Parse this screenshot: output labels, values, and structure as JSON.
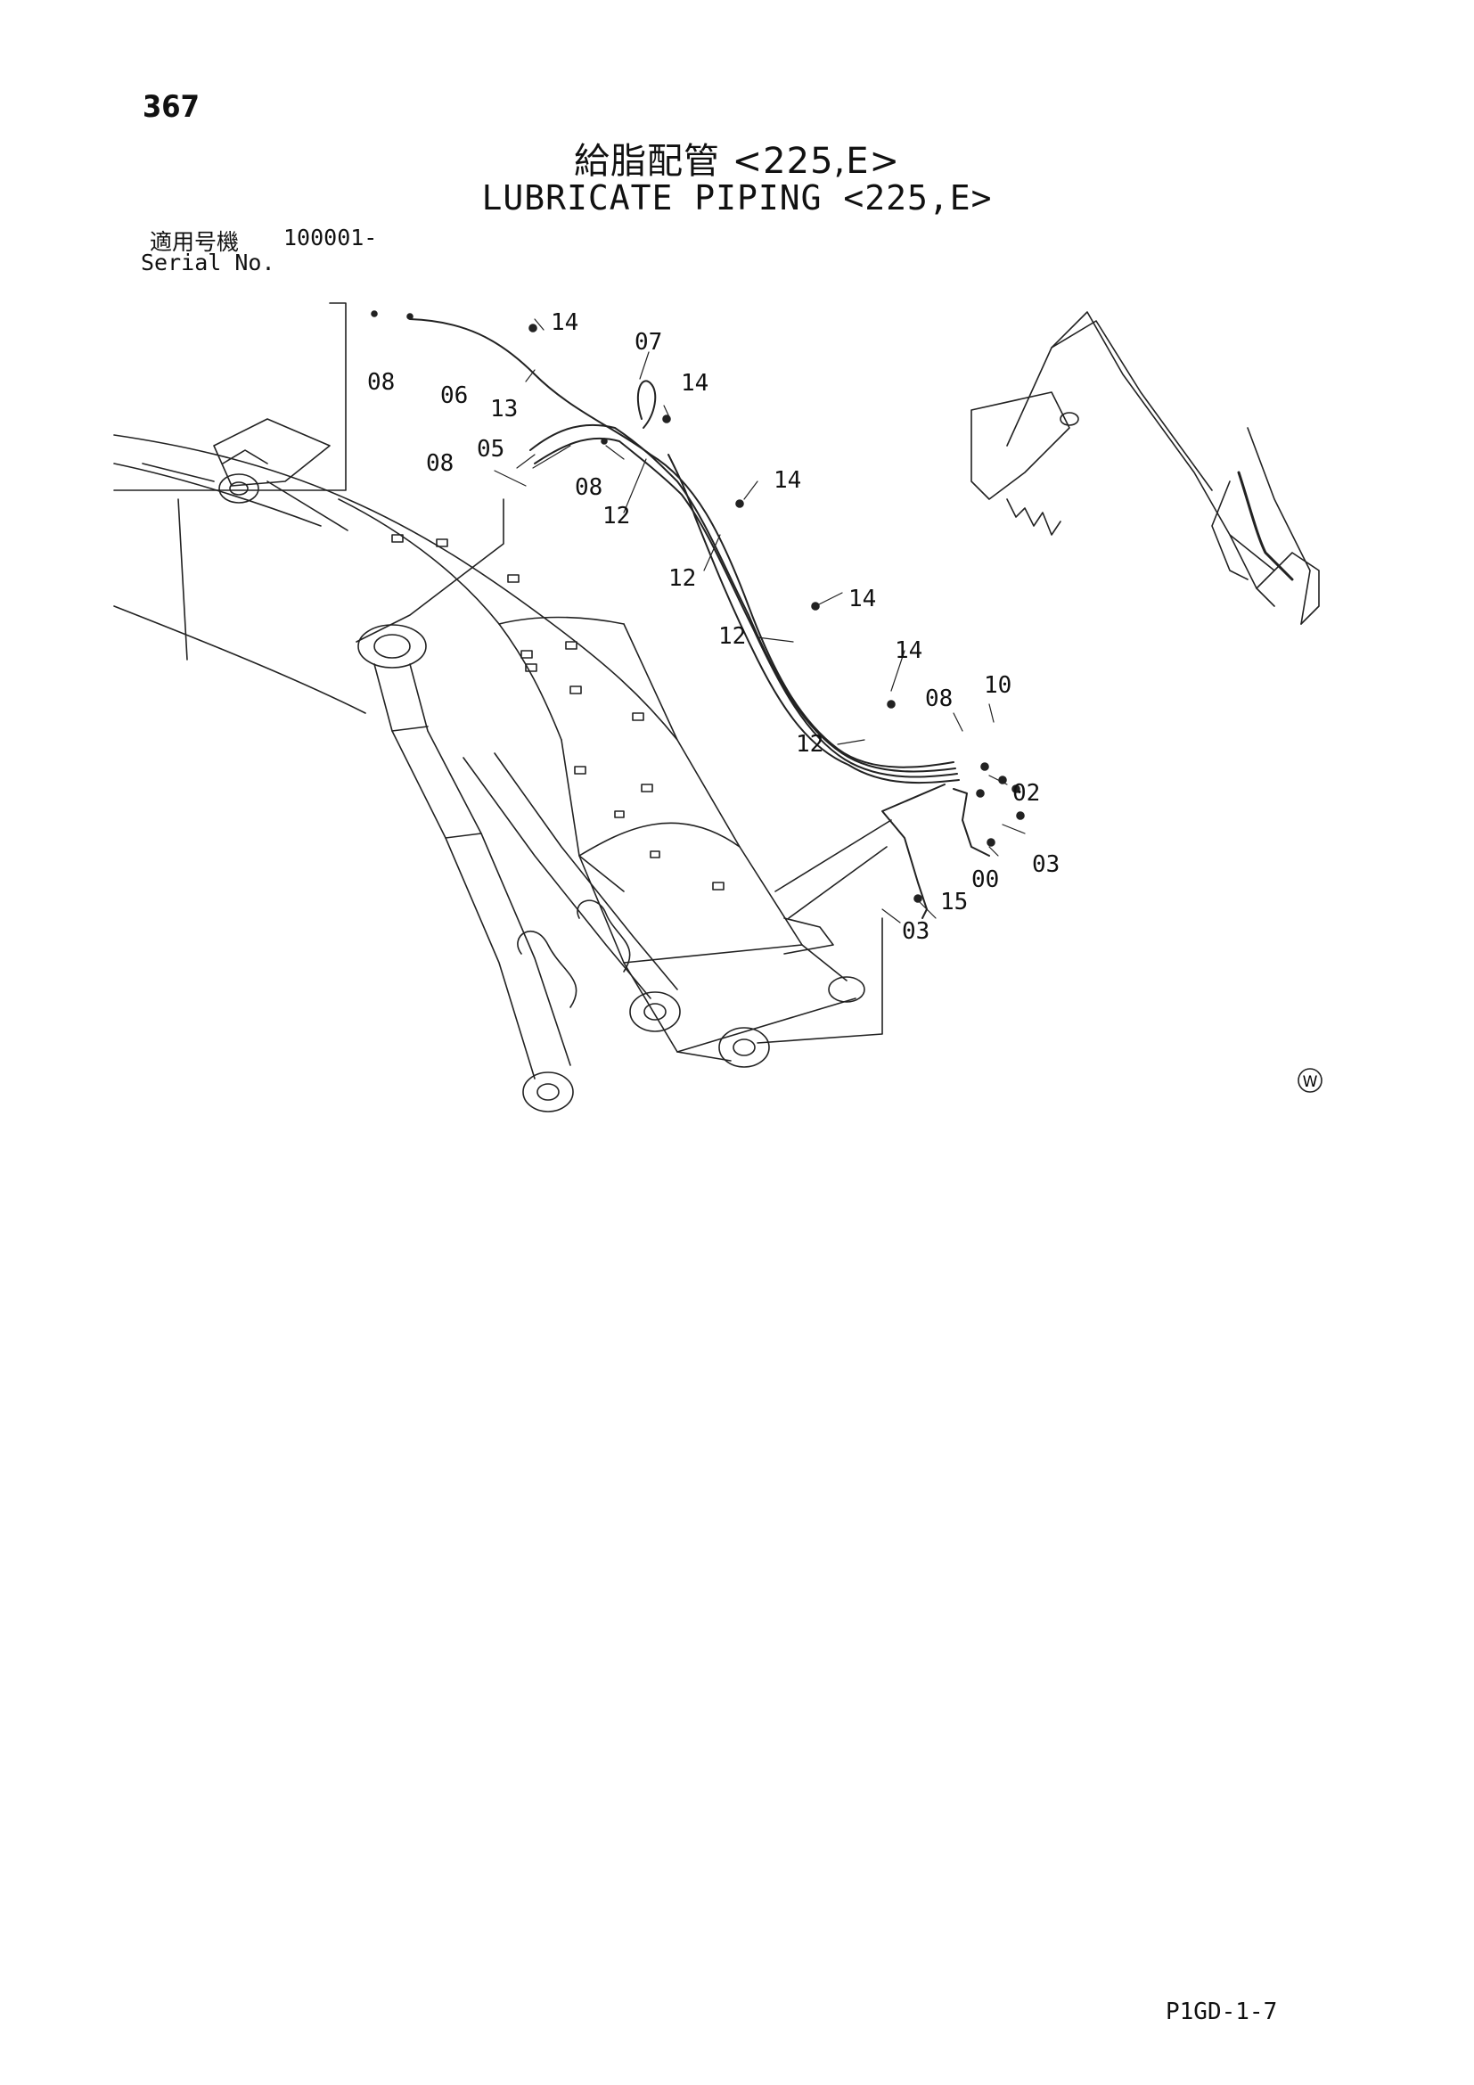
{
  "page_number": "367",
  "title_jp": "給脂配管 <225,E>",
  "title_en": "LUBRICATE PIPING <225,E>",
  "serial": {
    "label_jp": "適用号機",
    "range": "100001-",
    "label_en": "Serial No."
  },
  "callouts": [
    "14",
    "07",
    "14",
    "08",
    "06",
    "13",
    "05",
    "08",
    "08",
    "12",
    "14",
    "12",
    "14",
    "12",
    "14",
    "08",
    "10",
    "12",
    "02",
    "03",
    "00",
    "15",
    "03"
  ],
  "watermark_symbol": "W",
  "footer_code": "P1GD-1-7"
}
